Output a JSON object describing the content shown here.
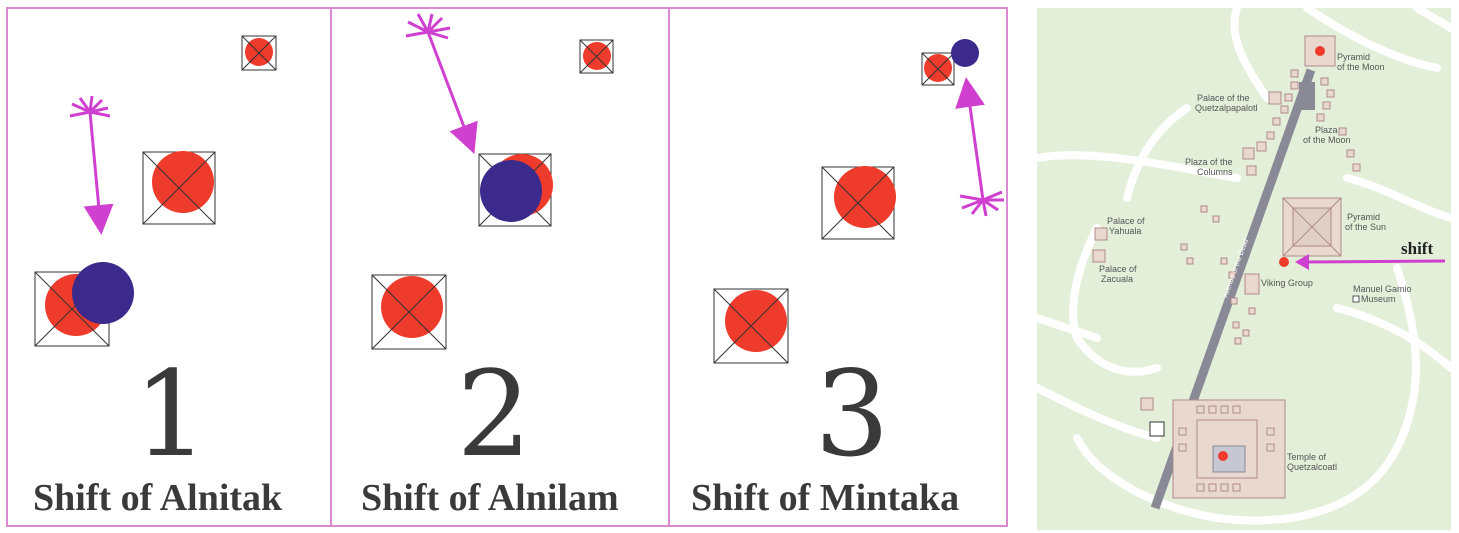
{
  "panels": [
    {
      "number": "1",
      "caption": "Shift of Alnitak"
    },
    {
      "number": "2",
      "caption": "Shift of Alnilam"
    },
    {
      "number": "3",
      "caption": "Shift of Mintaka"
    }
  ],
  "map": {
    "shift_label": "shift",
    "labels": {
      "pyramid_moon": [
        "Pyramid",
        "of the Moon"
      ],
      "palace_quetzal": [
        "Palace of the",
        "Quetzalpapalotl"
      ],
      "plaza_moon": [
        "Plaza",
        "of the Moon"
      ],
      "plaza_columns": [
        "Plaza of the",
        "Columns"
      ],
      "pyramid_sun": [
        "Pyramid",
        "of the Sun"
      ],
      "palace_yahuala": [
        "Palace of",
        "Yahuala"
      ],
      "palace_zacuala": [
        "Palace of",
        "Zacuala"
      ],
      "viking_group": [
        "Viking Group"
      ],
      "museum": [
        "Manuel Gamio",
        "Museum"
      ],
      "avenue": [
        "Avenue of the Dead"
      ],
      "temple": [
        "Temple of",
        "Quetzalcoatl"
      ]
    }
  },
  "colors": {
    "red": "#ef3b2c",
    "blue": "#3b2a8c",
    "magenta": "#d040d0",
    "frame": "#d98ad0",
    "road": "#ffffff",
    "avenue": "#8a8a96",
    "grass": "#e4efd9",
    "building": "#e8d8d0",
    "building_edge": "#b08a8a"
  }
}
